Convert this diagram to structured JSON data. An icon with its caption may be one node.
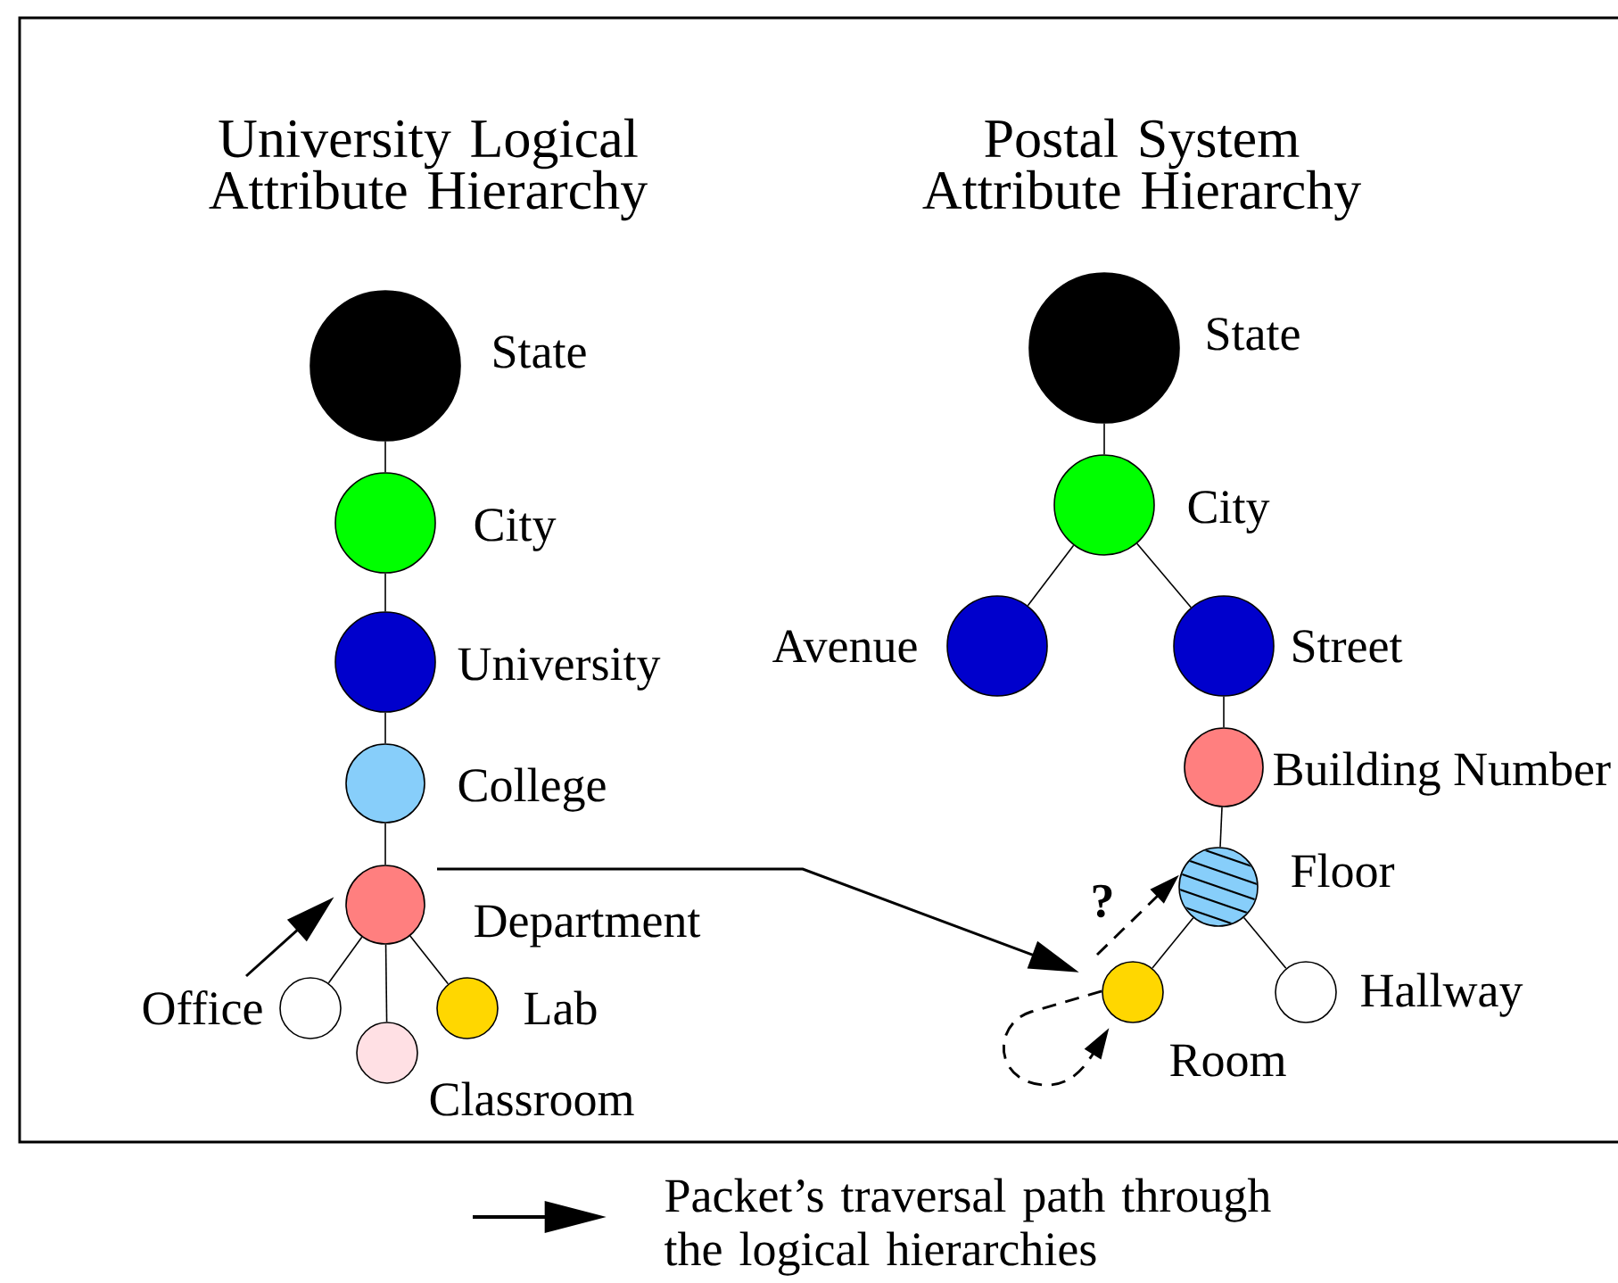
{
  "diagram": {
    "nodes": [
      {
        "text": [],
        "shape": "circle",
        "beside": [
          "State"
        ]
      },
      {
        "text": [],
        "shape": "circle",
        "beside": [
          "City"
        ]
      },
      {
        "text": [],
        "shape": "circle",
        "beside": [
          "University"
        ]
      },
      {
        "text": [],
        "shape": "circle",
        "beside": [
          "College"
        ]
      },
      {
        "text": [],
        "shape": "circle",
        "beside": [
          "Department"
        ]
      },
      {
        "text": [],
        "shape": "circle",
        "beside": [
          "Office"
        ]
      },
      {
        "text": [],
        "shape": "circle",
        "beside": [
          "Classroom"
        ]
      },
      {
        "text": [],
        "shape": "circle",
        "beside": [
          "Lab"
        ]
      },
      {
        "text": [],
        "shape": "circle",
        "beside": [
          "State"
        ]
      },
      {
        "text": [],
        "shape": "circle",
        "beside": [
          "City"
        ]
      },
      {
        "text": [],
        "shape": "circle",
        "beside": [
          "Avenue"
        ]
      },
      {
        "text": [],
        "shape": "circle",
        "beside": [
          "Street"
        ]
      },
      {
        "text": [],
        "shape": "circle",
        "beside": [
          "Building Number"
        ]
      },
      {
        "text": [],
        "shape": "circle",
        "beside": [
          "Floor"
        ]
      },
      {
        "text": [],
        "shape": "circle",
        "beside": [
          "Room"
        ]
      },
      {
        "text": [],
        "shape": "circle",
        "beside": [
          "Hallway"
        ]
      }
    ],
    "edges": [
      {
        "from": 0,
        "to": 1,
        "arrow": "none"
      },
      {
        "from": 1,
        "to": 2,
        "arrow": "none"
      },
      {
        "from": 2,
        "to": 3,
        "arrow": "none"
      },
      {
        "from": 3,
        "to": 4,
        "arrow": "none"
      },
      {
        "from": 4,
        "to": 5,
        "arrow": "none"
      },
      {
        "from": 4,
        "to": 6,
        "arrow": "none"
      },
      {
        "from": 4,
        "to": 7,
        "arrow": "none"
      },
      {
        "from": 8,
        "to": 9,
        "arrow": "none"
      },
      {
        "from": 9,
        "to": 10,
        "arrow": "none"
      },
      {
        "from": 9,
        "to": 11,
        "arrow": "none"
      },
      {
        "from": 11,
        "to": 12,
        "arrow": "none"
      },
      {
        "from": 12,
        "to": 13,
        "arrow": "none"
      },
      {
        "from": 13,
        "to": 14,
        "arrow": "none"
      },
      {
        "from": 13,
        "to": 15,
        "arrow": "none"
      },
      {
        "from": 5,
        "to": 4,
        "arrow": "to"
      },
      {
        "from": 4,
        "to": 14,
        "arrow": "to"
      },
      {
        "from": 14,
        "to": 13,
        "arrow": "to",
        "style": "dashed",
        "label": "?"
      },
      {
        "from": 14,
        "to": 14,
        "arrow": "to",
        "style": "dashed"
      }
    ],
    "labels": [
      "University Logical Attribute Hierarchy",
      "Postal System Attribute Hierarchy"
    ],
    "legend": [
      {
        "text": "Packet’s traversal path through the logical hierarchies"
      }
    ]
  }
}
